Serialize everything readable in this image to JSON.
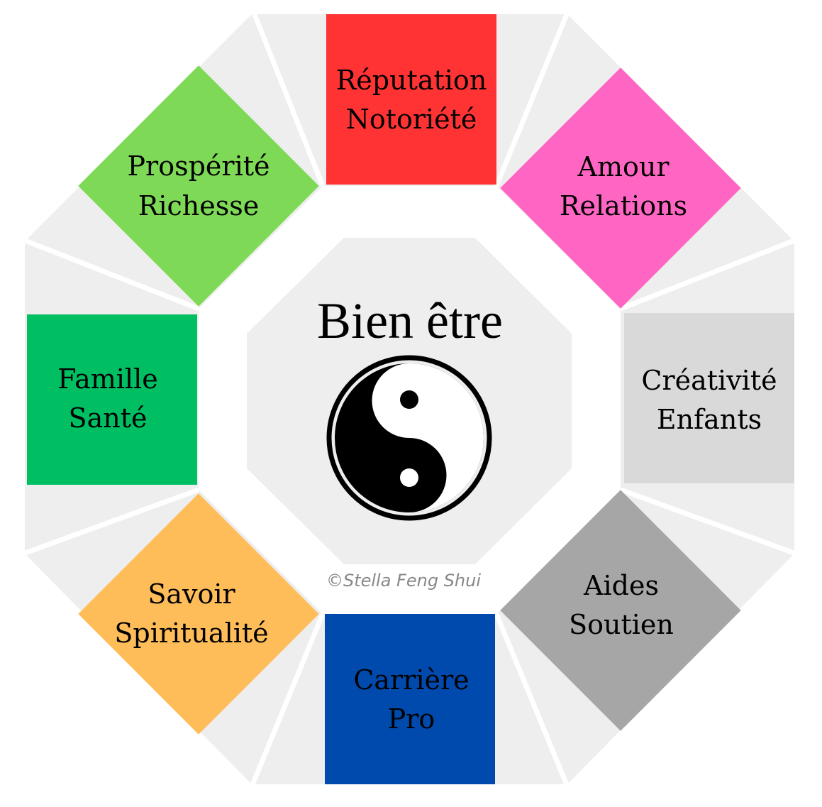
{
  "center": {
    "title": "Bien être",
    "watermark": "©Stella Feng Shui"
  },
  "areas": {
    "reputation": {
      "line1": "Réputation",
      "line2": "Notoriété",
      "color": "#ff3333"
    },
    "amour": {
      "line1": "Amour",
      "line2": "Relations",
      "color": "#ff66c4"
    },
    "creativite": {
      "line1": "Créativité",
      "line2": "Enfants",
      "color": "#d9d9d9"
    },
    "aides": {
      "line1": "Aides",
      "line2": "Soutien",
      "color": "#a6a6a6"
    },
    "carriere": {
      "line1": "Carrière",
      "line2": "Pro",
      "color": "#004aad"
    },
    "savoir": {
      "line1": "Savoir",
      "line2": "Spiritualité",
      "color": "#ffbd59"
    },
    "famille": {
      "line1": "Famille",
      "line2": "Santé",
      "color": "#00bf63"
    },
    "prosperite": {
      "line1": "Prospérité",
      "line2": "Richesse",
      "color": "#7ed957"
    }
  }
}
